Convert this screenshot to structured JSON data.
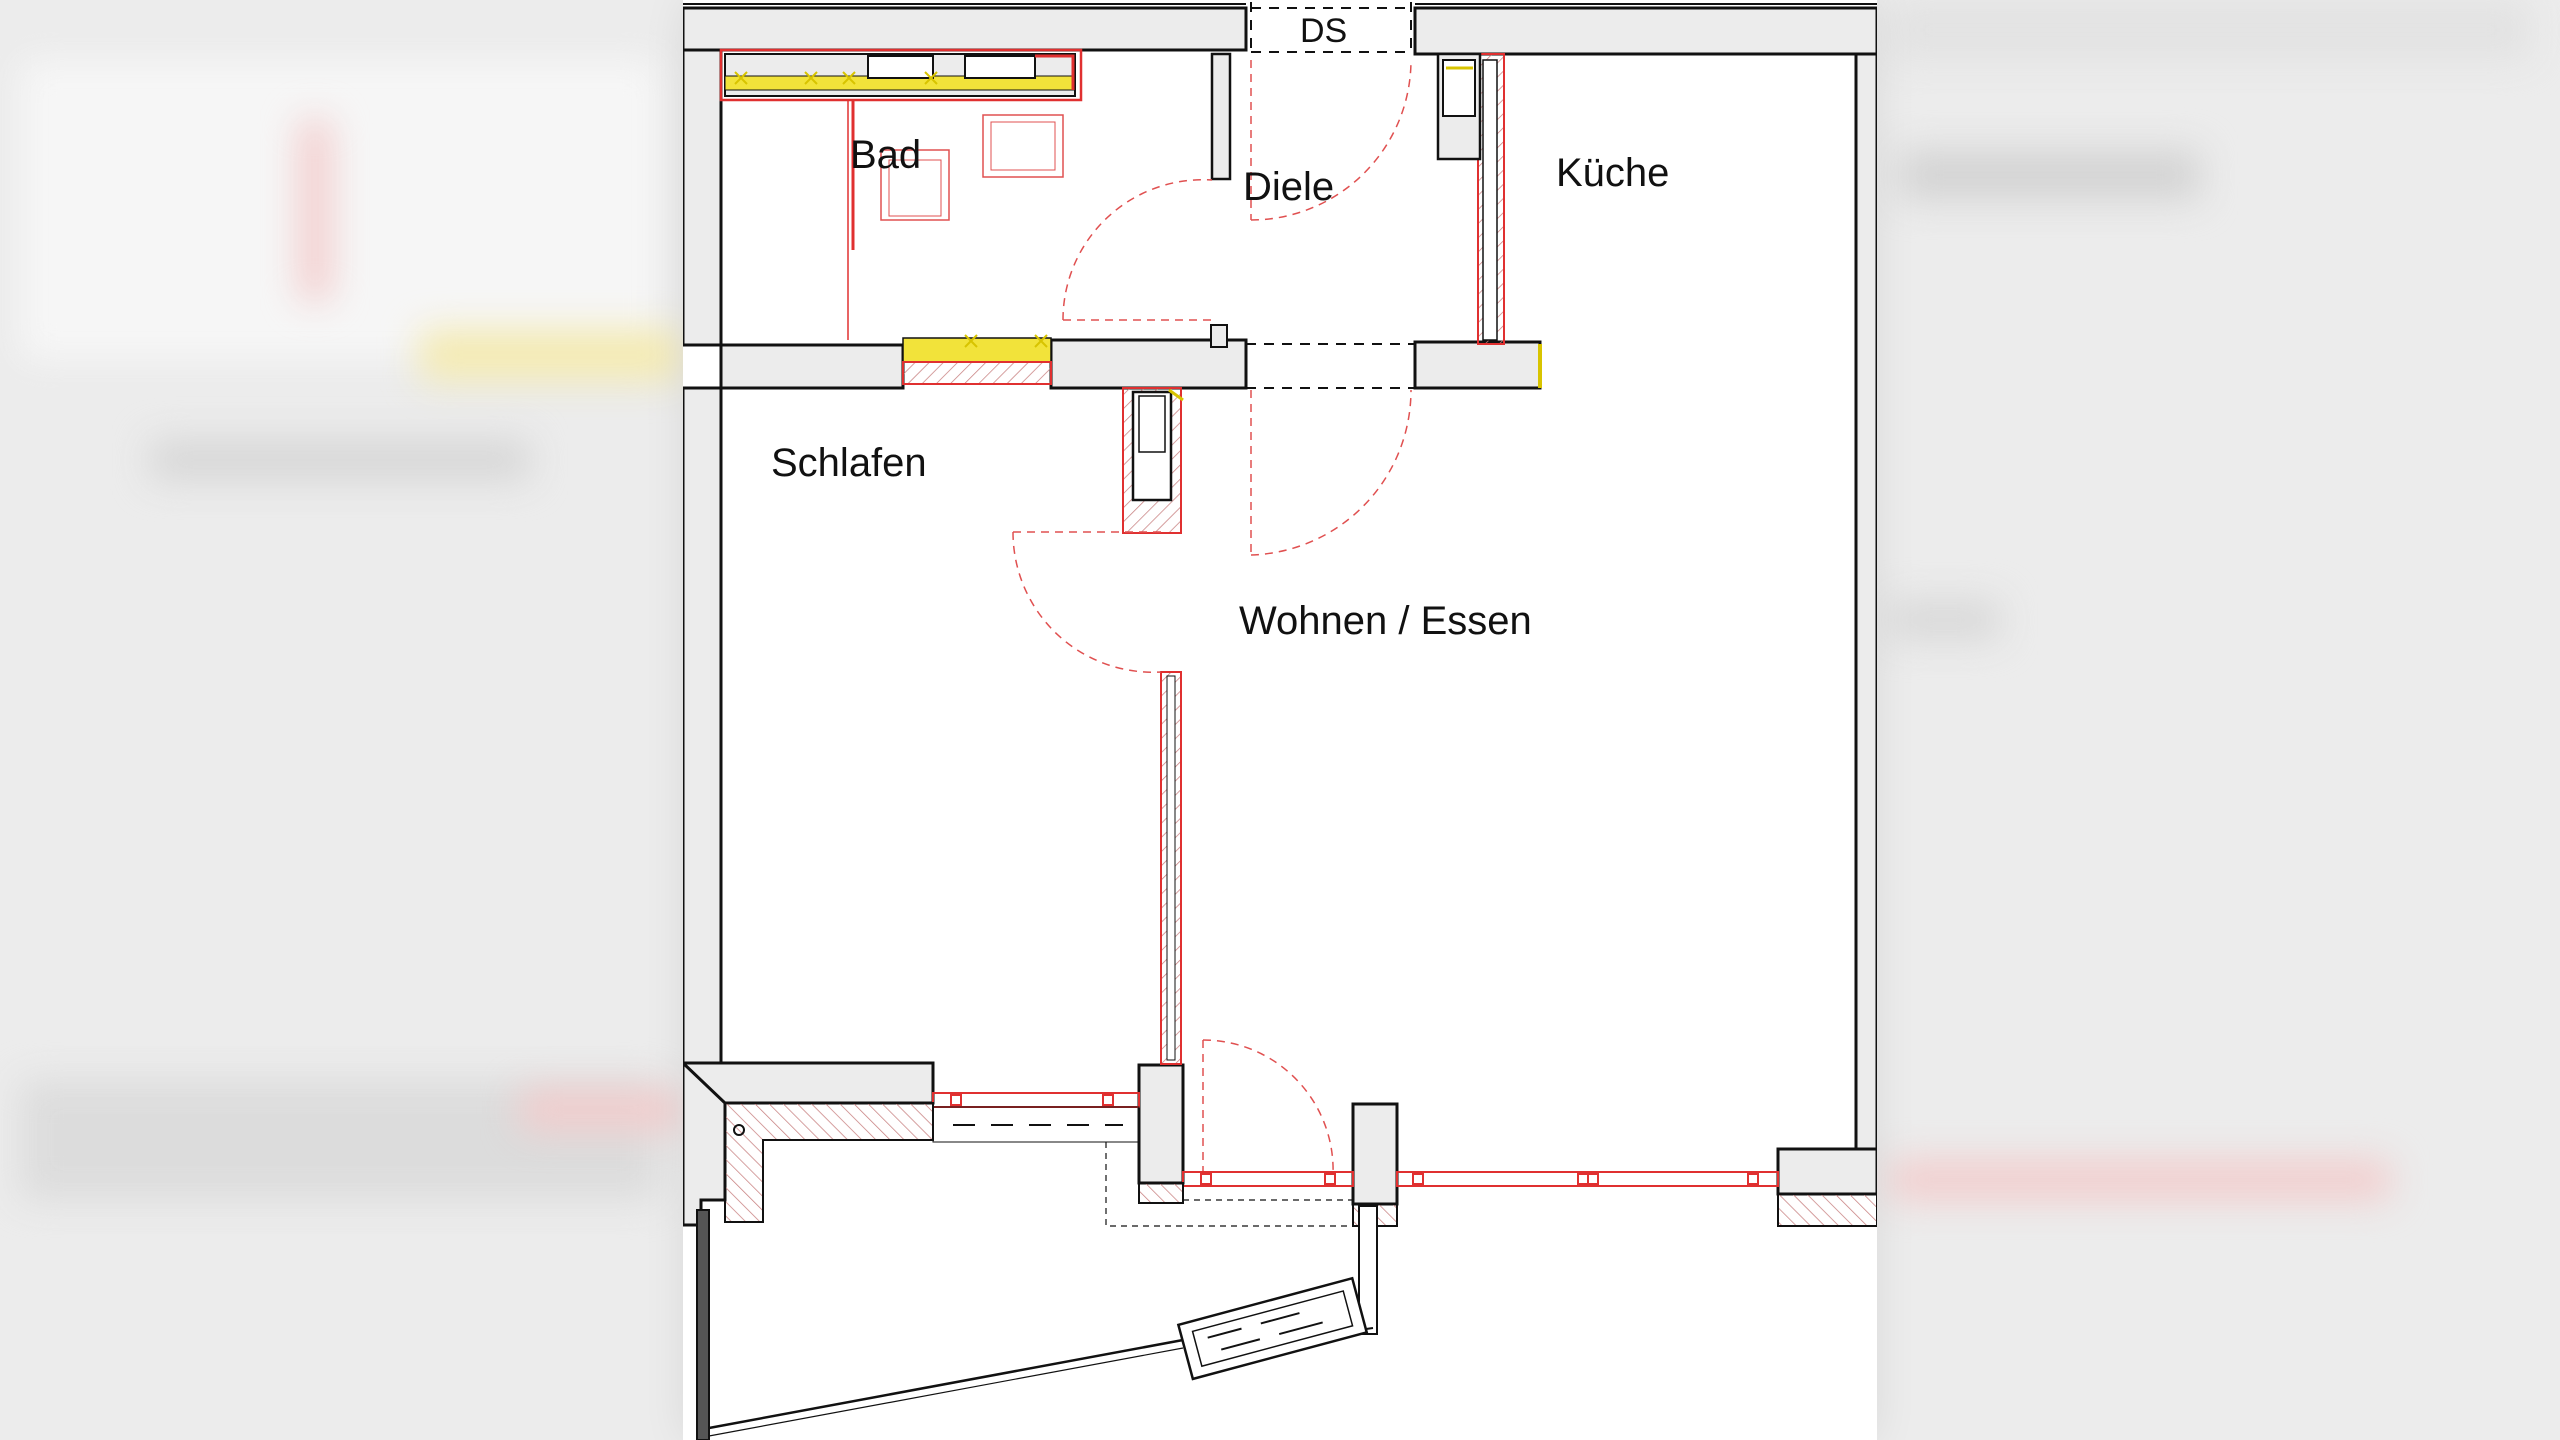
{
  "rooms": {
    "ds": "DS",
    "bad": "Bad",
    "diele": "Diele",
    "kueche": "Küche",
    "schlafen": "Schlafen",
    "wohnen_essen": "Wohnen / Essen"
  },
  "colors": {
    "wall_fill": "#ececec",
    "wall_stroke": "#111111",
    "insulation_red": "#e03030",
    "fixture_yellow": "#f2e33a",
    "door_swing": "#e05050",
    "hatch": "#c88080",
    "backdrop": "#ececec",
    "sheet": "#ffffff"
  }
}
